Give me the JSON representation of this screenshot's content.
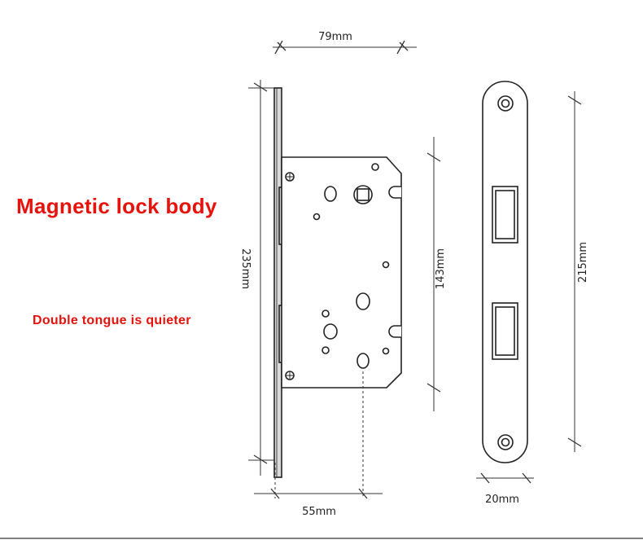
{
  "labels": {
    "title": "Magnetic lock body",
    "subtitle": "Double tongue is quieter"
  },
  "dimensions": {
    "width_top": "79mm",
    "height_faceplate": "235mm",
    "height_body": "143mm",
    "backset": "55mm",
    "strike_height": "215mm",
    "strike_width": "20mm"
  },
  "colors": {
    "label_red": "#e8120c",
    "line": "#222222",
    "plate_fill": "#ffffff",
    "edge_fill": "#d0d0d0"
  }
}
